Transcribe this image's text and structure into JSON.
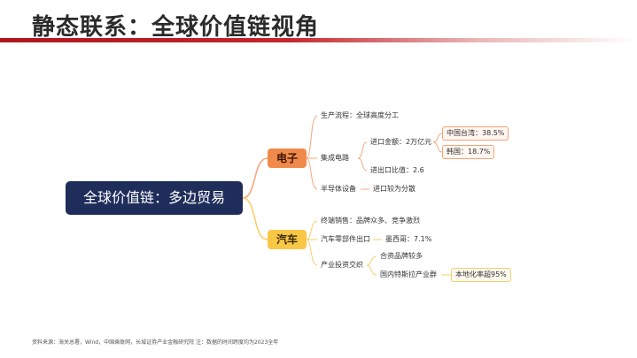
{
  "header": {
    "title": "静态联系：全球价值链视角"
  },
  "mindmap": {
    "root": "全球价值链：多边贸易",
    "electronics": {
      "label": "电子",
      "production": "生产流程：全球高度分工",
      "ic": "集成电路",
      "import_amount": "进口金额：2万亿元",
      "taiwan": "中国台湾：38.5%",
      "korea": "韩国：18.7%",
      "io_ratio": "进出口比值：2.6",
      "semi": "半导体设备",
      "semi_import": "进口较为分散"
    },
    "auto": {
      "label": "汽车",
      "sales": "终端销售：品牌众多、竞争激烈",
      "parts_export": "汽车零部件出口",
      "mexico": "墨西哥：7.1%",
      "investment": "产业投资交织",
      "jv": "合资品牌较多",
      "tesla": "国内特斯拉产业群",
      "localization": "本地化率超95%"
    }
  },
  "footer": {
    "source": "资料来源：海关总署，Wind，中国乘联网，长城证券产业金融研究院 注：数据的时间跨度均为2023全年"
  }
}
